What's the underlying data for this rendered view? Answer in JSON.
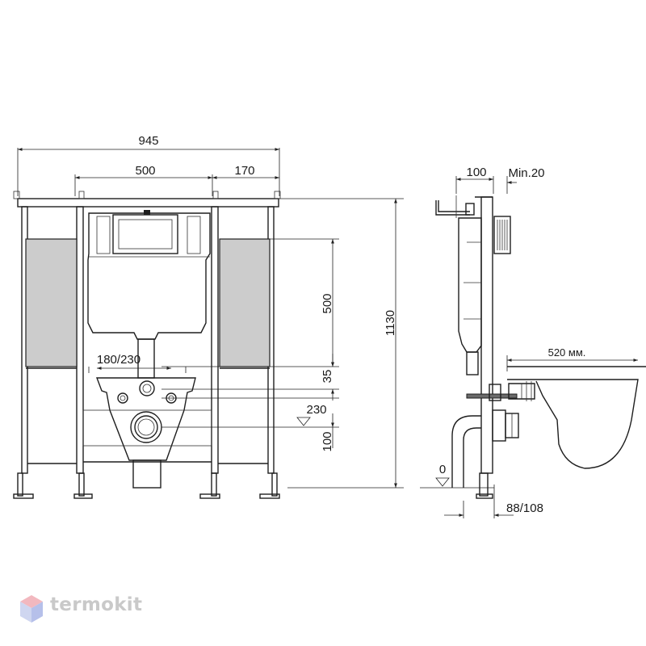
{
  "front_view": {
    "dim_overall_width": "945",
    "dim_inner_width": "500",
    "dim_side_offset": "170",
    "dim_upper_height": "500",
    "dim_outlet_spacing": "180/230",
    "dim_35": "35",
    "dim_230": "230",
    "dim_100": "100",
    "dim_total_height": "1130"
  },
  "side_view": {
    "dim_depth": "100",
    "dim_min_gap": "Min.20",
    "dim_bowl_length": "520 мм.",
    "dim_floor_level": "0",
    "dim_foot_depth": "88/108"
  },
  "watermark": {
    "brand": "termokit",
    "colors": {
      "top": "#f2b8bf",
      "left": "#cfd6f0",
      "right": "#b6c0ea"
    }
  }
}
